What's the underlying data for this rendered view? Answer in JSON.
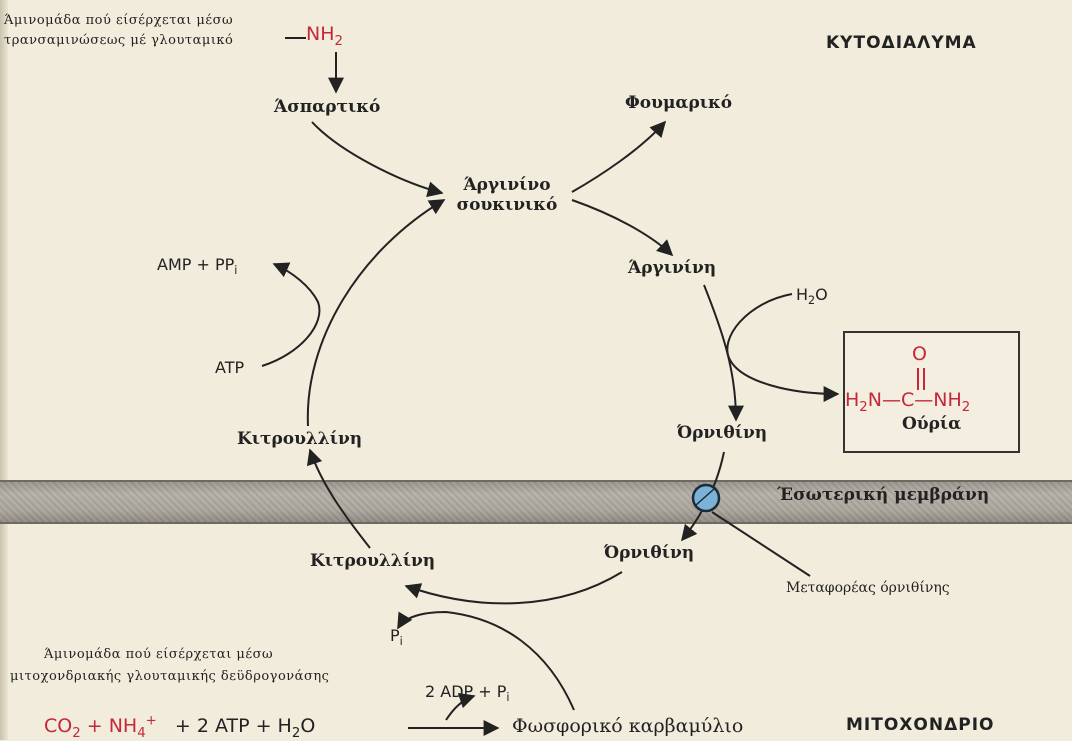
{
  "compartments": {
    "cytosol": "ΚΥΤΟΔΙΑΛΥΜΑ",
    "mitochondrion": "ΜΙΤΟΧΟΝΔΡΙΟ"
  },
  "membrane": {
    "label": "Έσωτερική μεμβράνη",
    "transporter_label": "Μεταφορέας όρνιθίνης"
  },
  "amino_group_cytosol": {
    "line1": "Άμινομάδα πού είσέρχεται μέσω",
    "line2": "τρανσαμινώσεως μέ γλουταμικό",
    "group": "NH",
    "group_sub": "2"
  },
  "amino_group_mito": {
    "line1": "Άμινομάδα πού είσέρχεται μέσω",
    "line2": "μιτοχονδριακής γλουταμικής δεϋδρογονάσης"
  },
  "metabolites": {
    "aspartate": "Άσπαρτικό",
    "fumarate": "Φουμαρικό",
    "argininosuccinate_line1": "Άργινίνο",
    "argininosuccinate_line2": "σουκινικό",
    "arginine": "Άργινίνη",
    "ornithine_cytosol": "Όρνιθίνη",
    "citrulline_cytosol": "Κιτρουλλίνη",
    "ornithine_mito": "Όρνιθίνη",
    "citrulline_mito": "Κιτρουλλίνη",
    "carbamoyl_phosphate": "Φωσφορικό καρβαμύλιο"
  },
  "cofactors": {
    "amp_ppi": "AMP + PP",
    "amp_ppi_sub": "i",
    "atp": "ATP",
    "water": "H",
    "water_sub": "2",
    "water_tail": "O",
    "pi": "P",
    "pi_sub": "i",
    "adp_pi": "2 ADP + P",
    "adp_pi_sub": "i"
  },
  "substrates": {
    "co2": "CO",
    "co2_sub": "2",
    "plus_nh4": " + NH",
    "nh4_sub": "4",
    "nh4_sup": "+",
    "rest": "+ 2 ATP + H",
    "rest_sub": "2",
    "rest_tail": "O"
  },
  "urea": {
    "o": "O",
    "formula_left": "H",
    "formula_left_sub": "2",
    "formula_mid": "N—C—NH",
    "formula_right_sub": "2",
    "name": "Ούρία"
  },
  "colors": {
    "accent_red": "#c4283a",
    "ink": "#222222",
    "paper": "#f1ecdc",
    "transporter": "#7ab3d6"
  }
}
